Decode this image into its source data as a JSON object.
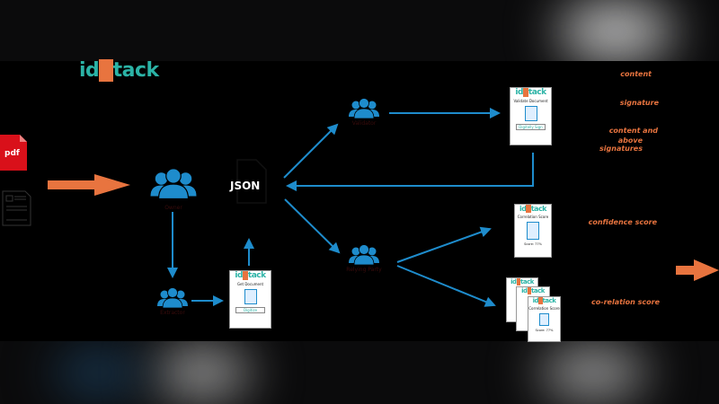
{
  "logo": {
    "prefix": "id",
    "s": "S",
    "suffix": "tack"
  },
  "input_icons": {
    "pdf_label": "pdf"
  },
  "center": {
    "json_label": "JSON"
  },
  "roles": {
    "owner": "Owner",
    "extractor": "Extractor",
    "validator": "Validator",
    "relying_party": "Relying Party"
  },
  "cards": {
    "get_document": {
      "title": "Get Document",
      "button": "Digitize"
    },
    "validate_document": {
      "title": "Validate Document",
      "button": "Digitally Sign"
    },
    "correlation": {
      "title": "Correlation Score",
      "score": "Score: 77%"
    }
  },
  "annotations": [
    "content",
    "signature",
    "content and",
    "above signatures",
    "confidence score",
    "co-relation score"
  ],
  "colors": {
    "accent": "#e8743f",
    "flow": "#1e8ccc",
    "brand": "#2bb3a6",
    "pdf": "#d9101a"
  }
}
